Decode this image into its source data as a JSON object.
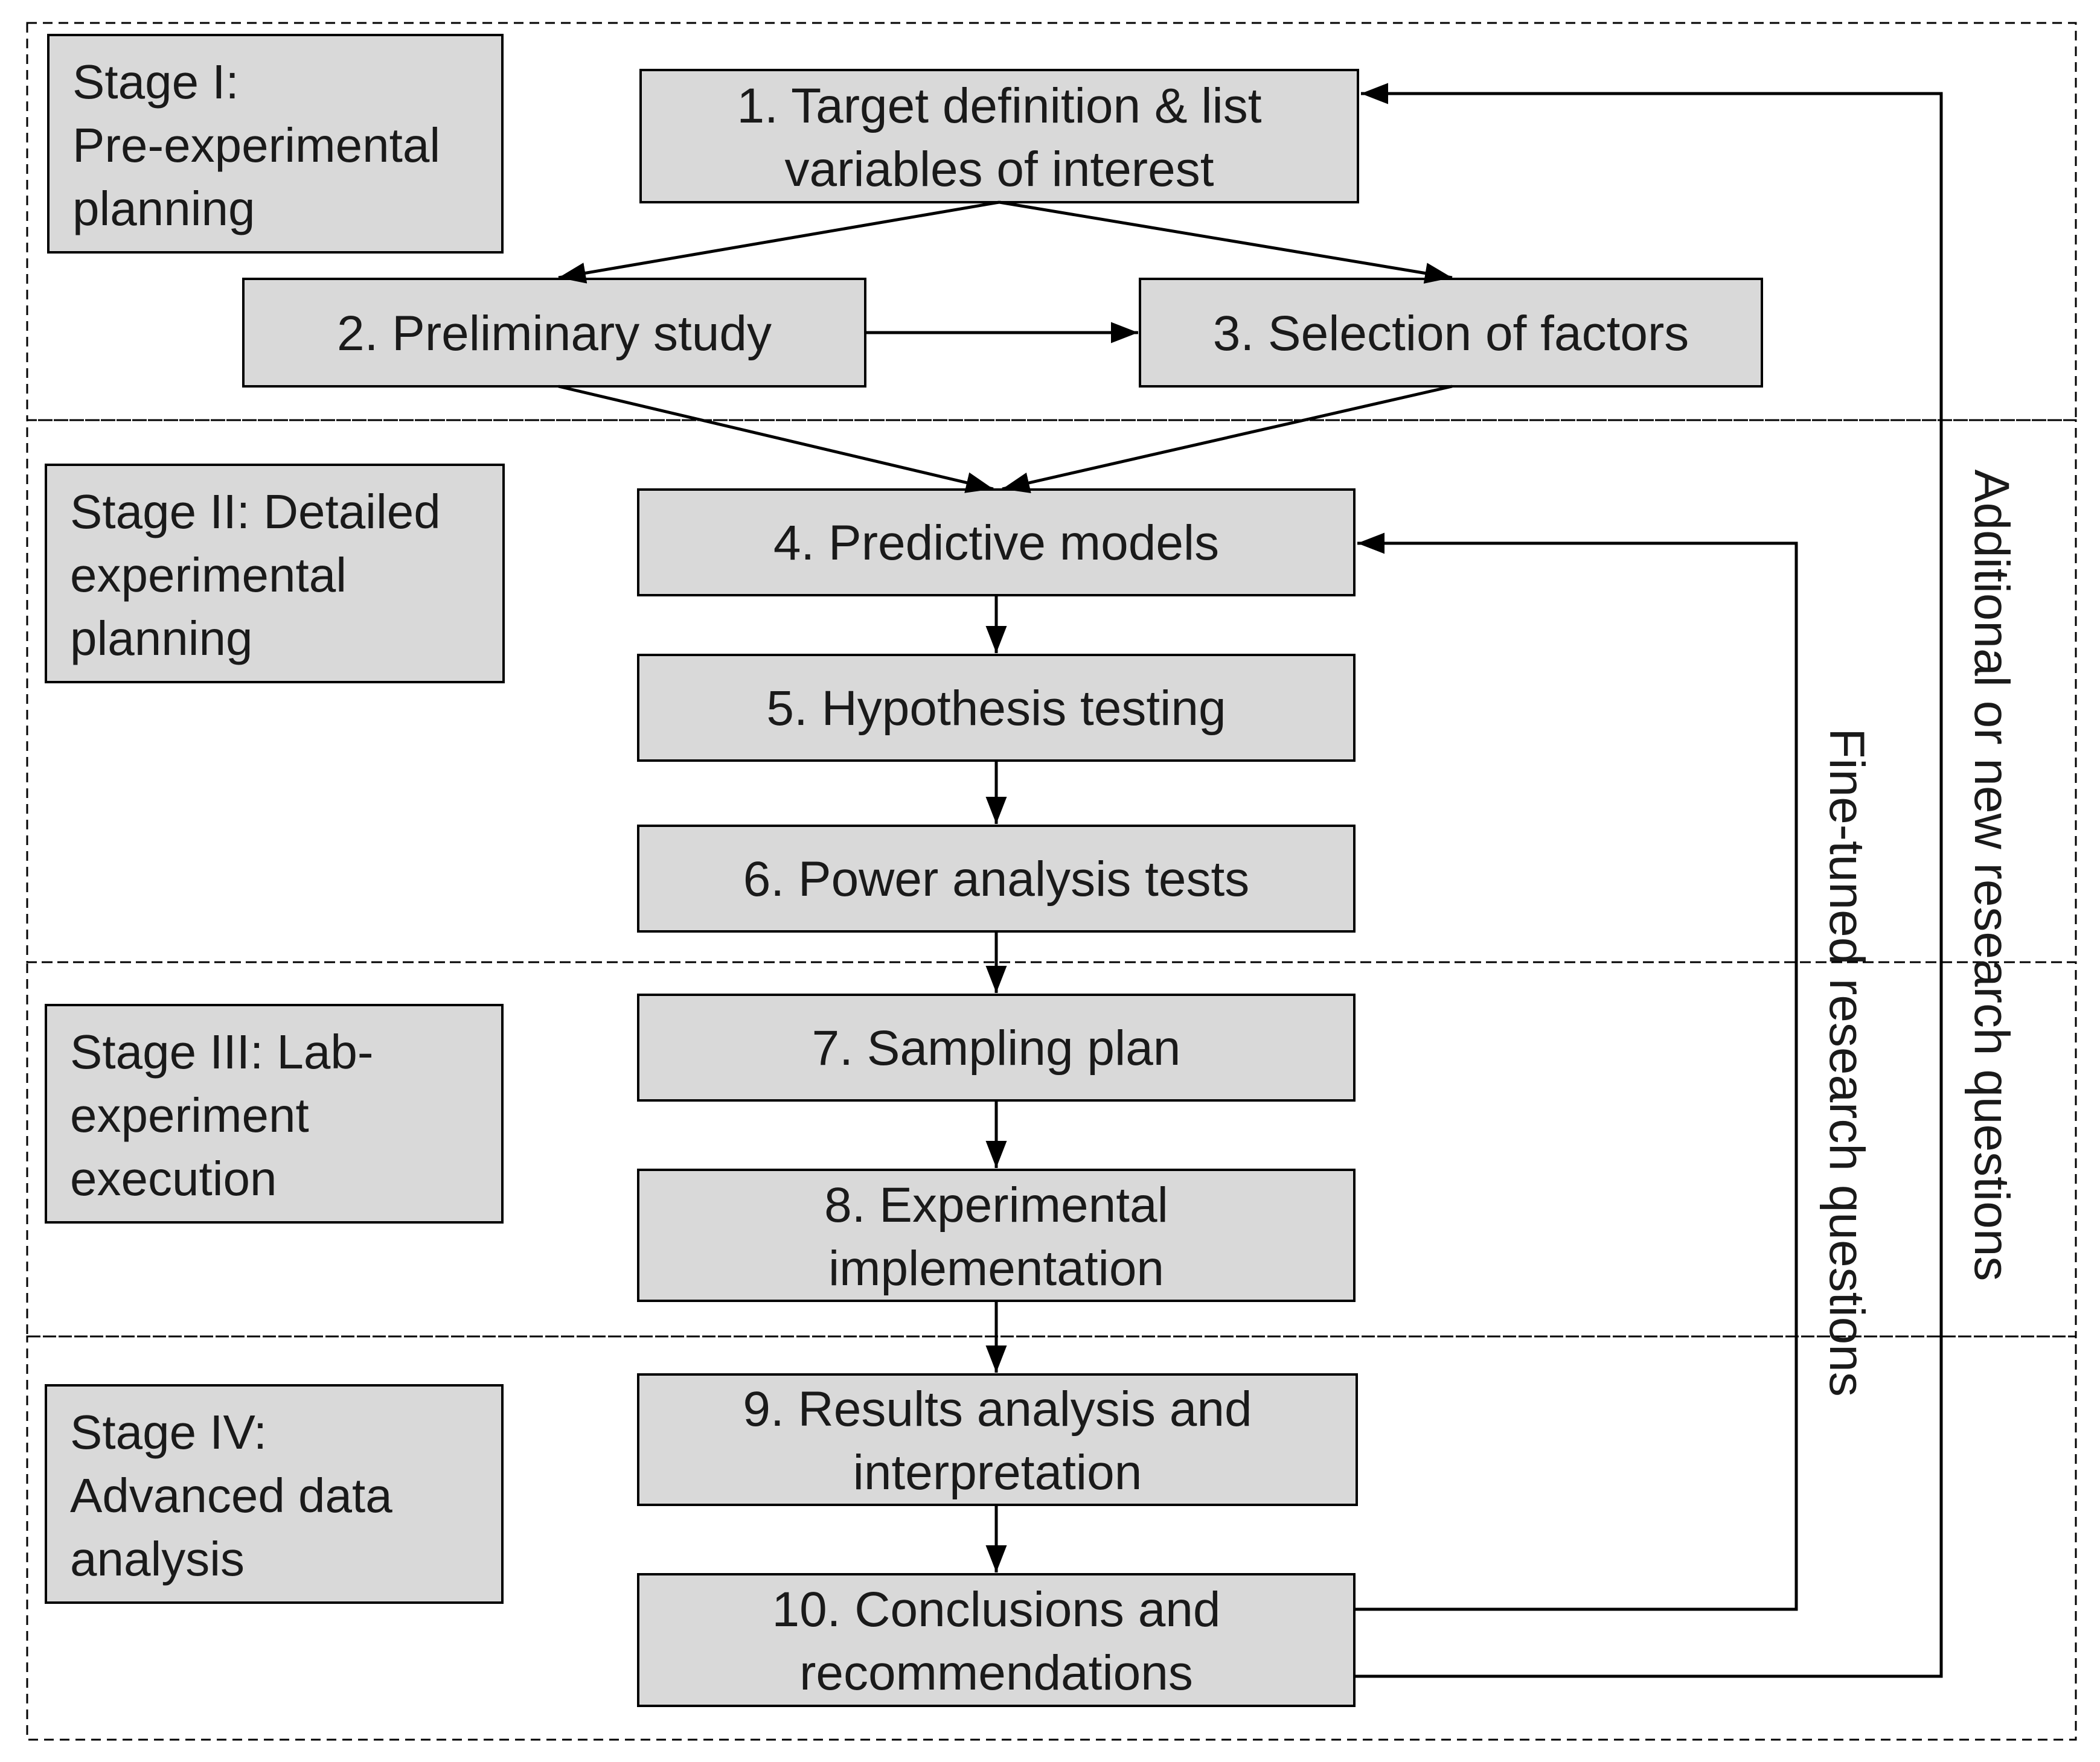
{
  "stages": [
    {
      "lines": [
        "Stage I:",
        "Pre-experimental",
        "planning"
      ]
    },
    {
      "lines": [
        "Stage II: Detailed",
        "experimental",
        "planning"
      ]
    },
    {
      "lines": [
        "Stage III: Lab-",
        "experiment",
        "execution"
      ]
    },
    {
      "lines": [
        "Stage IV:",
        "Advanced data",
        "analysis"
      ]
    }
  ],
  "steps": [
    {
      "lines": [
        "1. Target definition & list",
        "variables of interest"
      ]
    },
    {
      "lines": [
        "2. Preliminary study"
      ]
    },
    {
      "lines": [
        "3. Selection of factors"
      ]
    },
    {
      "lines": [
        "4. Predictive models"
      ]
    },
    {
      "lines": [
        "5. Hypothesis testing"
      ]
    },
    {
      "lines": [
        "6. Power analysis tests"
      ]
    },
    {
      "lines": [
        "7. Sampling plan"
      ]
    },
    {
      "lines": [
        "8. Experimental",
        "implementation"
      ]
    },
    {
      "lines": [
        "9. Results analysis and",
        "interpretation"
      ]
    },
    {
      "lines": [
        "10. Conclusions and",
        "recommendations"
      ]
    }
  ],
  "feedback": {
    "fine_tuned": "Fine-tuned research questions",
    "additional": "Additional or new research questions"
  },
  "colors": {
    "box_fill": "#d9d9d9",
    "stroke": "#000000",
    "text": "#1a1a1a"
  }
}
